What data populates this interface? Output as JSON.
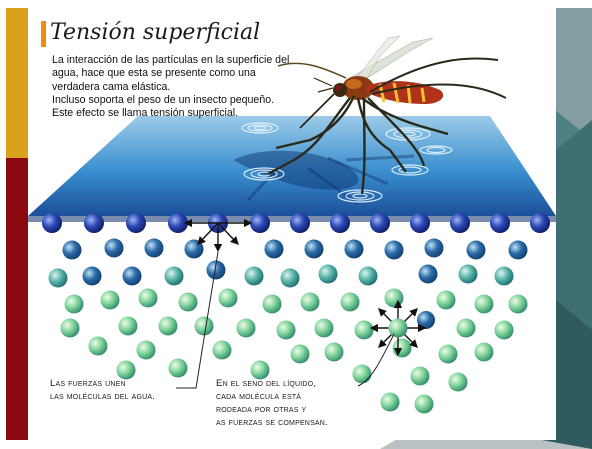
{
  "title": "Tensión superficial",
  "intro_lines": [
    "La interacción de las partículas en la superficie del",
    "agua, hace que esta se presente como una",
    "verdadera cama elástica.",
    "Incluso soporta el peso de un insecto pequeño.",
    "Este efecto se llama tensión superficial."
  ],
  "caption_left": [
    "Las fuerzas unen",
    "las moléculas del agua."
  ],
  "caption_right": [
    "En el seno del líquido,",
    "cada molécula está",
    "rodeada por otras y",
    "as fuerzas se compensan."
  ],
  "colors": {
    "surface_molecule": "#1e3a9c",
    "deep_molecule": "#7fd49a",
    "mid_molecule": "#2a6aa8",
    "water_surface": "#3a8fd0",
    "accent_bar": "#f08a10",
    "frame_dark_red": "#8b0a10",
    "frame_gold": "#d9a21c",
    "frame_teal": "#3f6f73"
  },
  "icons": [
    "mosquito-icon",
    "force-arrows-icon",
    "ripple-icon"
  ]
}
